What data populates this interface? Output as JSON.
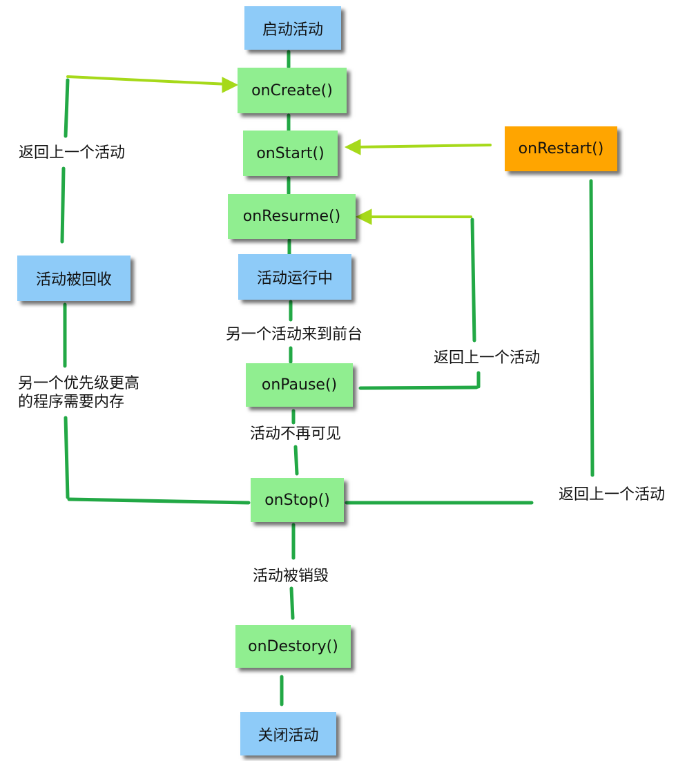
{
  "nodes": {
    "launch": "启动活动",
    "on_create": "onCreate()",
    "on_start": "onStart()",
    "on_restart": "onRestart()",
    "on_resume": "onResurme()",
    "running": "活动运行中",
    "killed": "活动被回收",
    "on_pause": "onPause()",
    "on_stop": "onStop()",
    "on_destroy": "onDestory()",
    "shutdown": "关闭活动"
  },
  "labels": {
    "back_left": "返回上一个活动",
    "another_foreground": "另一个活动来到前台",
    "back_right_pause": "返回上一个活动",
    "higher_priority": "另一个优先级更高\n的程序需要内存",
    "not_visible": "活动不再可见",
    "back_right_stop": "返回上一个活动",
    "destroyed": "活动被销毁"
  },
  "colors": {
    "blue_node": "#8ecbf8",
    "green_node": "#90ee90",
    "orange_node": "#ffa500",
    "line_green": "#22a845",
    "arrow_lime": "#a6d91a"
  }
}
